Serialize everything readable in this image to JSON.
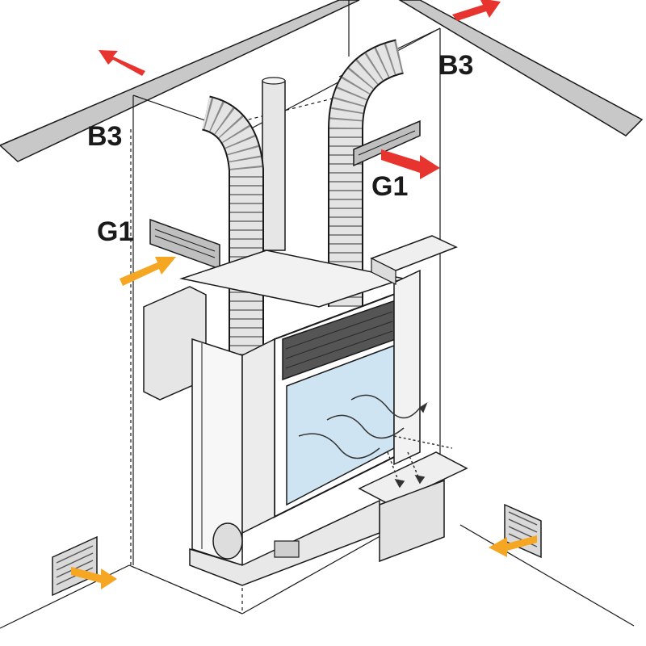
{
  "labels": {
    "b3_left": "B3",
    "b3_right": "B3",
    "g1_left": "G1",
    "g1_right": "G1"
  },
  "colors": {
    "hot_air_arrow": "#e8342f",
    "cold_air_arrow": "#f5a623",
    "ceiling_band": "#c8c8c8",
    "glass": "#cfe4f2",
    "outline": "#1a1a1a"
  },
  "icons": {
    "hot_air": "red-arrow-icon",
    "cold_air": "orange-arrow-icon",
    "flow": "airflow-arrow-icon"
  }
}
